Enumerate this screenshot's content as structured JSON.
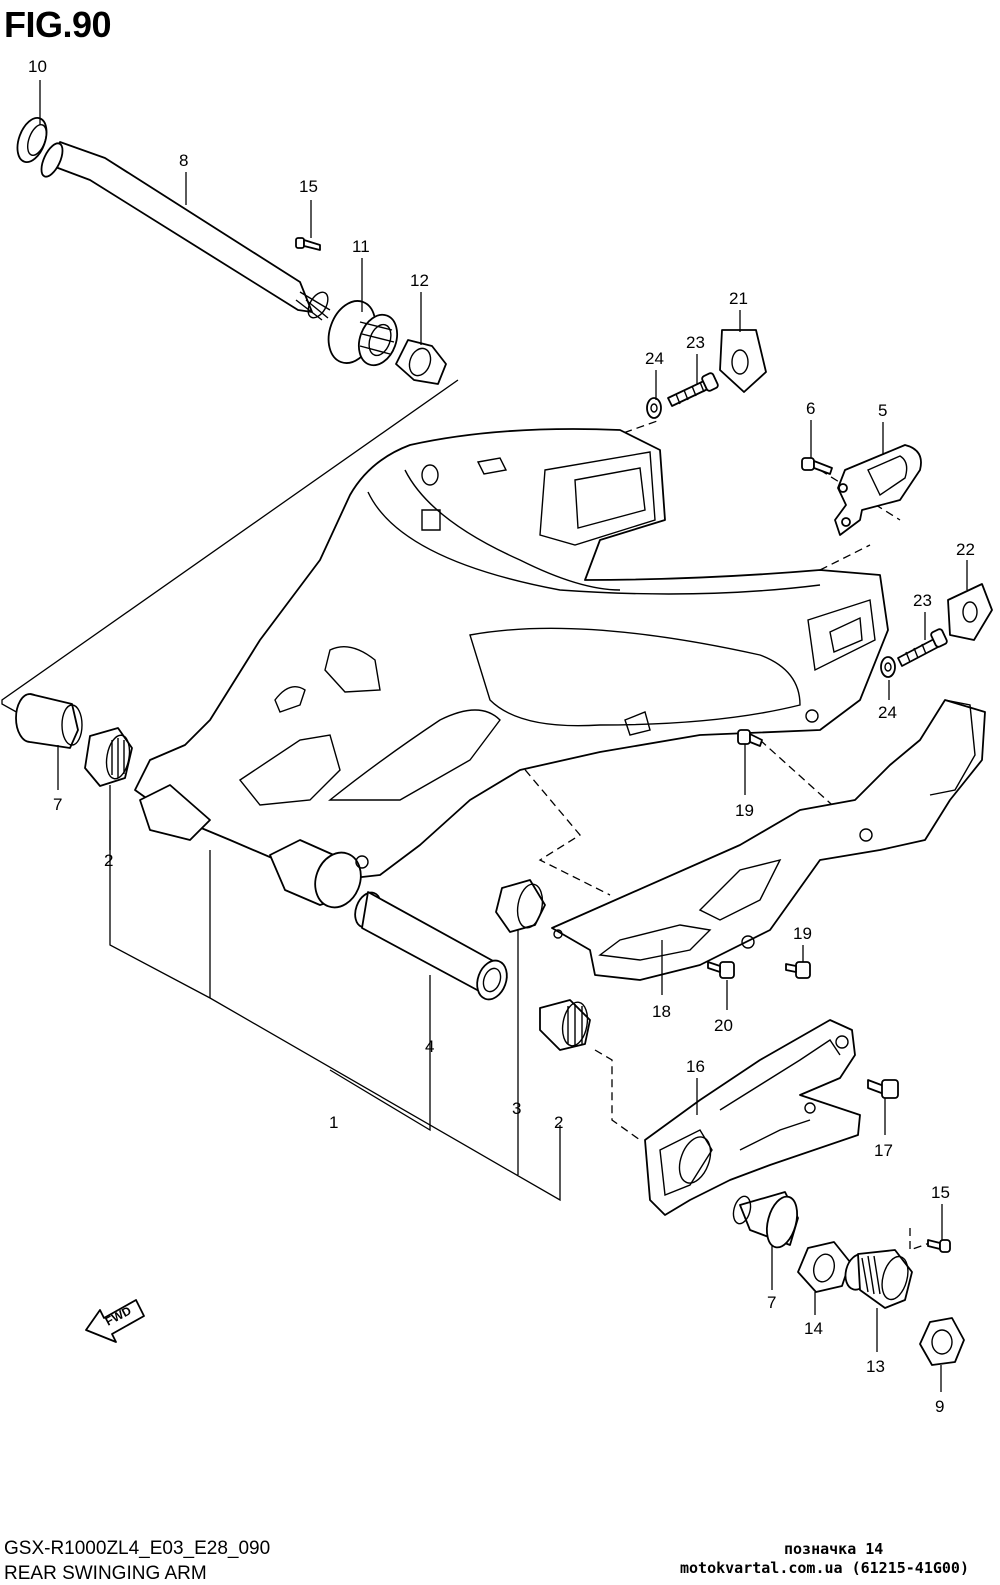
{
  "figure_title": "FIG.90",
  "model_code": "GSX-R1000ZL4_E03_E28_090",
  "section_name": "REAR SWINGING ARM",
  "stamp_line1": "позначка 14",
  "stamp_line2": "motokvartal.com.ua (61215-41G00)",
  "fwd_label": "FWD",
  "callouts": {
    "c10": "10",
    "c8": "8",
    "c15a": "15",
    "c11": "11",
    "c12": "12",
    "c21": "21",
    "c23a": "23",
    "c24a": "24",
    "c6": "6",
    "c5": "5",
    "c22": "22",
    "c23b": "23",
    "c24b": "24",
    "c7a": "7",
    "c2a": "2",
    "c19a": "19",
    "c19b": "19",
    "c18": "18",
    "c20": "20",
    "c4": "4",
    "c1": "1",
    "c3": "3",
    "c2b": "2",
    "c16": "16",
    "c17": "17",
    "c15b": "15",
    "c7b": "7",
    "c14": "14",
    "c13": "13",
    "c9": "9"
  }
}
